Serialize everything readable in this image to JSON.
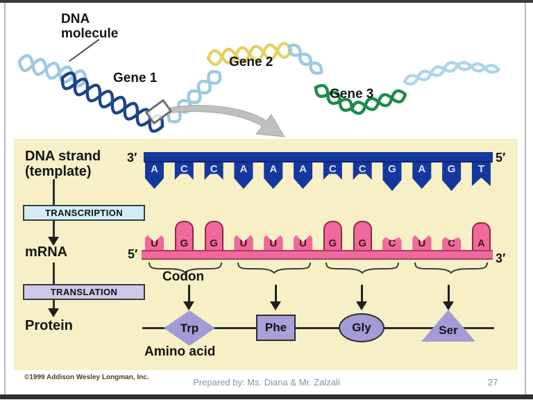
{
  "slide": {
    "copyright": "©1999 Addison Wesley Longman, Inc.",
    "footer": "Prepared by: Ms. Diana & Mr. Zalzali",
    "page_number": "27"
  },
  "overview": {
    "dna_molecule_label_line1": "DNA",
    "dna_molecule_label_line2": "molecule",
    "gene1_label": "Gene 1",
    "gene2_label": "Gene 2",
    "gene3_label": "Gene 3"
  },
  "diagram": {
    "dna": {
      "label_line1": "DNA strand",
      "label_line2": "(template)",
      "left_end": "3′",
      "right_end": "5′",
      "bases": [
        "A",
        "C",
        "C",
        "A",
        "A",
        "A",
        "C",
        "C",
        "G",
        "A",
        "G",
        "T"
      ]
    },
    "transcription_label": "TRANSCRIPTION",
    "mrna": {
      "label": "mRNA",
      "left_end": "5′",
      "right_end": "3′",
      "bases": [
        "U",
        "G",
        "G",
        "U",
        "U",
        "U",
        "G",
        "G",
        "C",
        "U",
        "C",
        "A"
      ]
    },
    "codon_label": "Codon",
    "translation_label": "TRANSLATION",
    "protein_label": "Protein",
    "amino_acid_label": "Amino acid",
    "amino_acids": [
      {
        "name": "Trp",
        "shape": "diamond"
      },
      {
        "name": "Phe",
        "shape": "square"
      },
      {
        "name": "Gly",
        "shape": "ellipse"
      },
      {
        "name": "Ser",
        "shape": "triangle"
      }
    ]
  },
  "colors": {
    "panel_background": "#f7f0c6",
    "dna_strand_blue": "#16379f",
    "mrna_pink": "#f0699c",
    "mrna_outline": "#8f2743",
    "transcription_box": "#d2ecf7",
    "translation_box": "#cfc8ea",
    "amino_acid_purple": "#a39bd6",
    "zoom_arrow_gray": "#bfbfbf"
  }
}
